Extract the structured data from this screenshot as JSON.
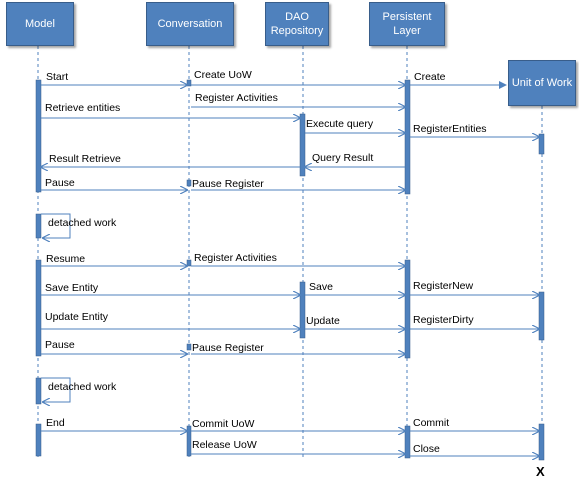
{
  "participants": [
    {
      "id": "model",
      "label": "Model"
    },
    {
      "id": "conversation",
      "label": "Conversation"
    },
    {
      "id": "dao",
      "label": "DAO Repository"
    },
    {
      "id": "persistent",
      "label": "Persistent Layer"
    },
    {
      "id": "uow",
      "label": "Unit of Work"
    }
  ],
  "messages": {
    "start": "Start",
    "create_uow": "Create UoW",
    "create": "Create",
    "retrieve_entities": "Retrieve entities",
    "register_activities_1": "Register Activities",
    "execute_query": "Execute query",
    "register_entities": "RegisterEntities",
    "result_retrieve": "Result Retrieve",
    "query_result": "Query Result",
    "pause_1": "Pause",
    "pause_register_1": "Pause Register",
    "detached_work_1": "detached work",
    "resume": "Resume",
    "register_activities_2": "Register Activities",
    "save_entity": "Save Entity",
    "save": "Save",
    "register_new": "RegisterNew",
    "update_entity": "Update Entity",
    "update": "Update",
    "register_dirty": "RegisterDirty",
    "pause_2": "Pause",
    "pause_register_2": "Pause Register",
    "detached_work_2": "detached work",
    "end": "End",
    "commit_uow": "Commit UoW",
    "commit": "Commit",
    "release_uow": "Release UoW",
    "close": "Close"
  },
  "destroy_marker": "X",
  "colors": {
    "actor_fill": "#4f81bd",
    "line": "#4f81bd",
    "arrow": "#4f81bd"
  }
}
